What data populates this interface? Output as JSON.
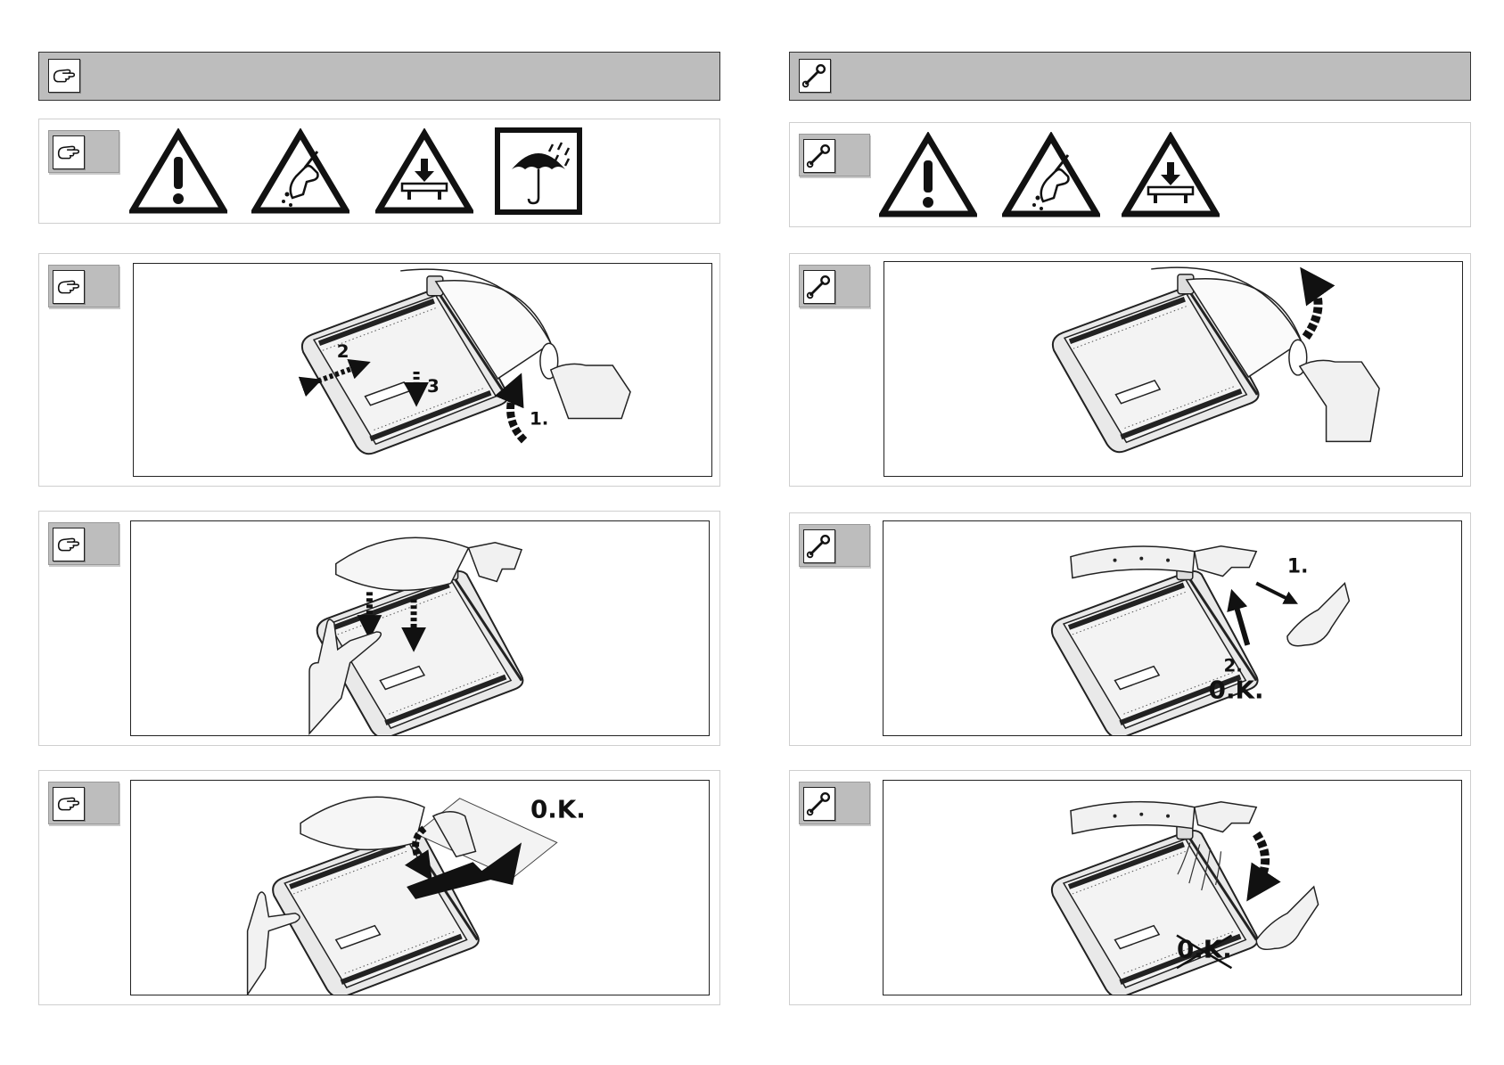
{
  "left_column": {
    "header_icon": "hand-icon",
    "warnings": [
      "caution-exclamation-icon",
      "hand-injury-warning-icon",
      "crush-warning-icon",
      "keep-dry-umbrella-icon"
    ],
    "steps": [
      {
        "icon": "hand-icon",
        "labels": {
          "arrow_slide": "2",
          "arrow_press": "3",
          "arrow_lift": "1."
        }
      },
      {
        "icon": "hand-icon",
        "labels": {}
      },
      {
        "icon": "hand-icon",
        "labels": {
          "ok": "0.K."
        }
      }
    ]
  },
  "right_column": {
    "header_icon": "wrench-icon",
    "warnings": [
      "caution-exclamation-icon",
      "hand-injury-warning-icon",
      "crush-warning-icon"
    ],
    "steps": [
      {
        "icon": "wrench-icon",
        "labels": {}
      },
      {
        "icon": "wrench-icon",
        "labels": {
          "step1": "1.",
          "step2": "2.",
          "ok": "0.K."
        }
      },
      {
        "icon": "wrench-icon",
        "labels": {
          "not_ok": "0.K."
        }
      }
    ]
  }
}
